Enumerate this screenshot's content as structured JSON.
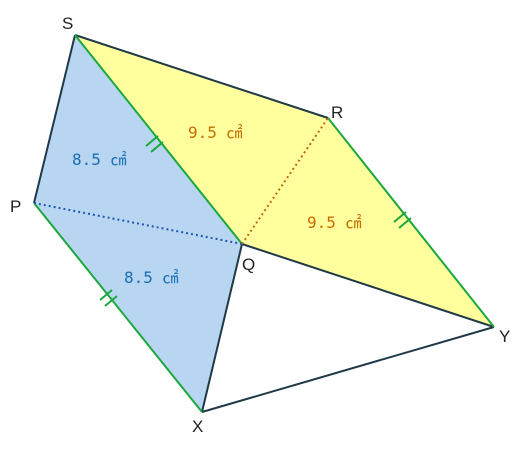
{
  "vertices": {
    "S": "S",
    "R": "R",
    "P": "P",
    "Q": "Q",
    "X": "X",
    "Y": "Y"
  },
  "areas": {
    "blue_upper": "8.5 ㎠",
    "blue_lower": "8.5 ㎠",
    "yellow_upper": "9.5 ㎠",
    "yellow_lower": "9.5 ㎠"
  },
  "colors": {
    "blue_fill": "#b8d6f1",
    "yellow_fill": "#ffff9e",
    "green_edge": "#1aa83c",
    "dark_edge": "#1f3a46",
    "blue_text": "#1a6fb3",
    "orange_text": "#c76d00",
    "blue_dots": "#1a56b3",
    "orange_dots": "#c26a00"
  }
}
